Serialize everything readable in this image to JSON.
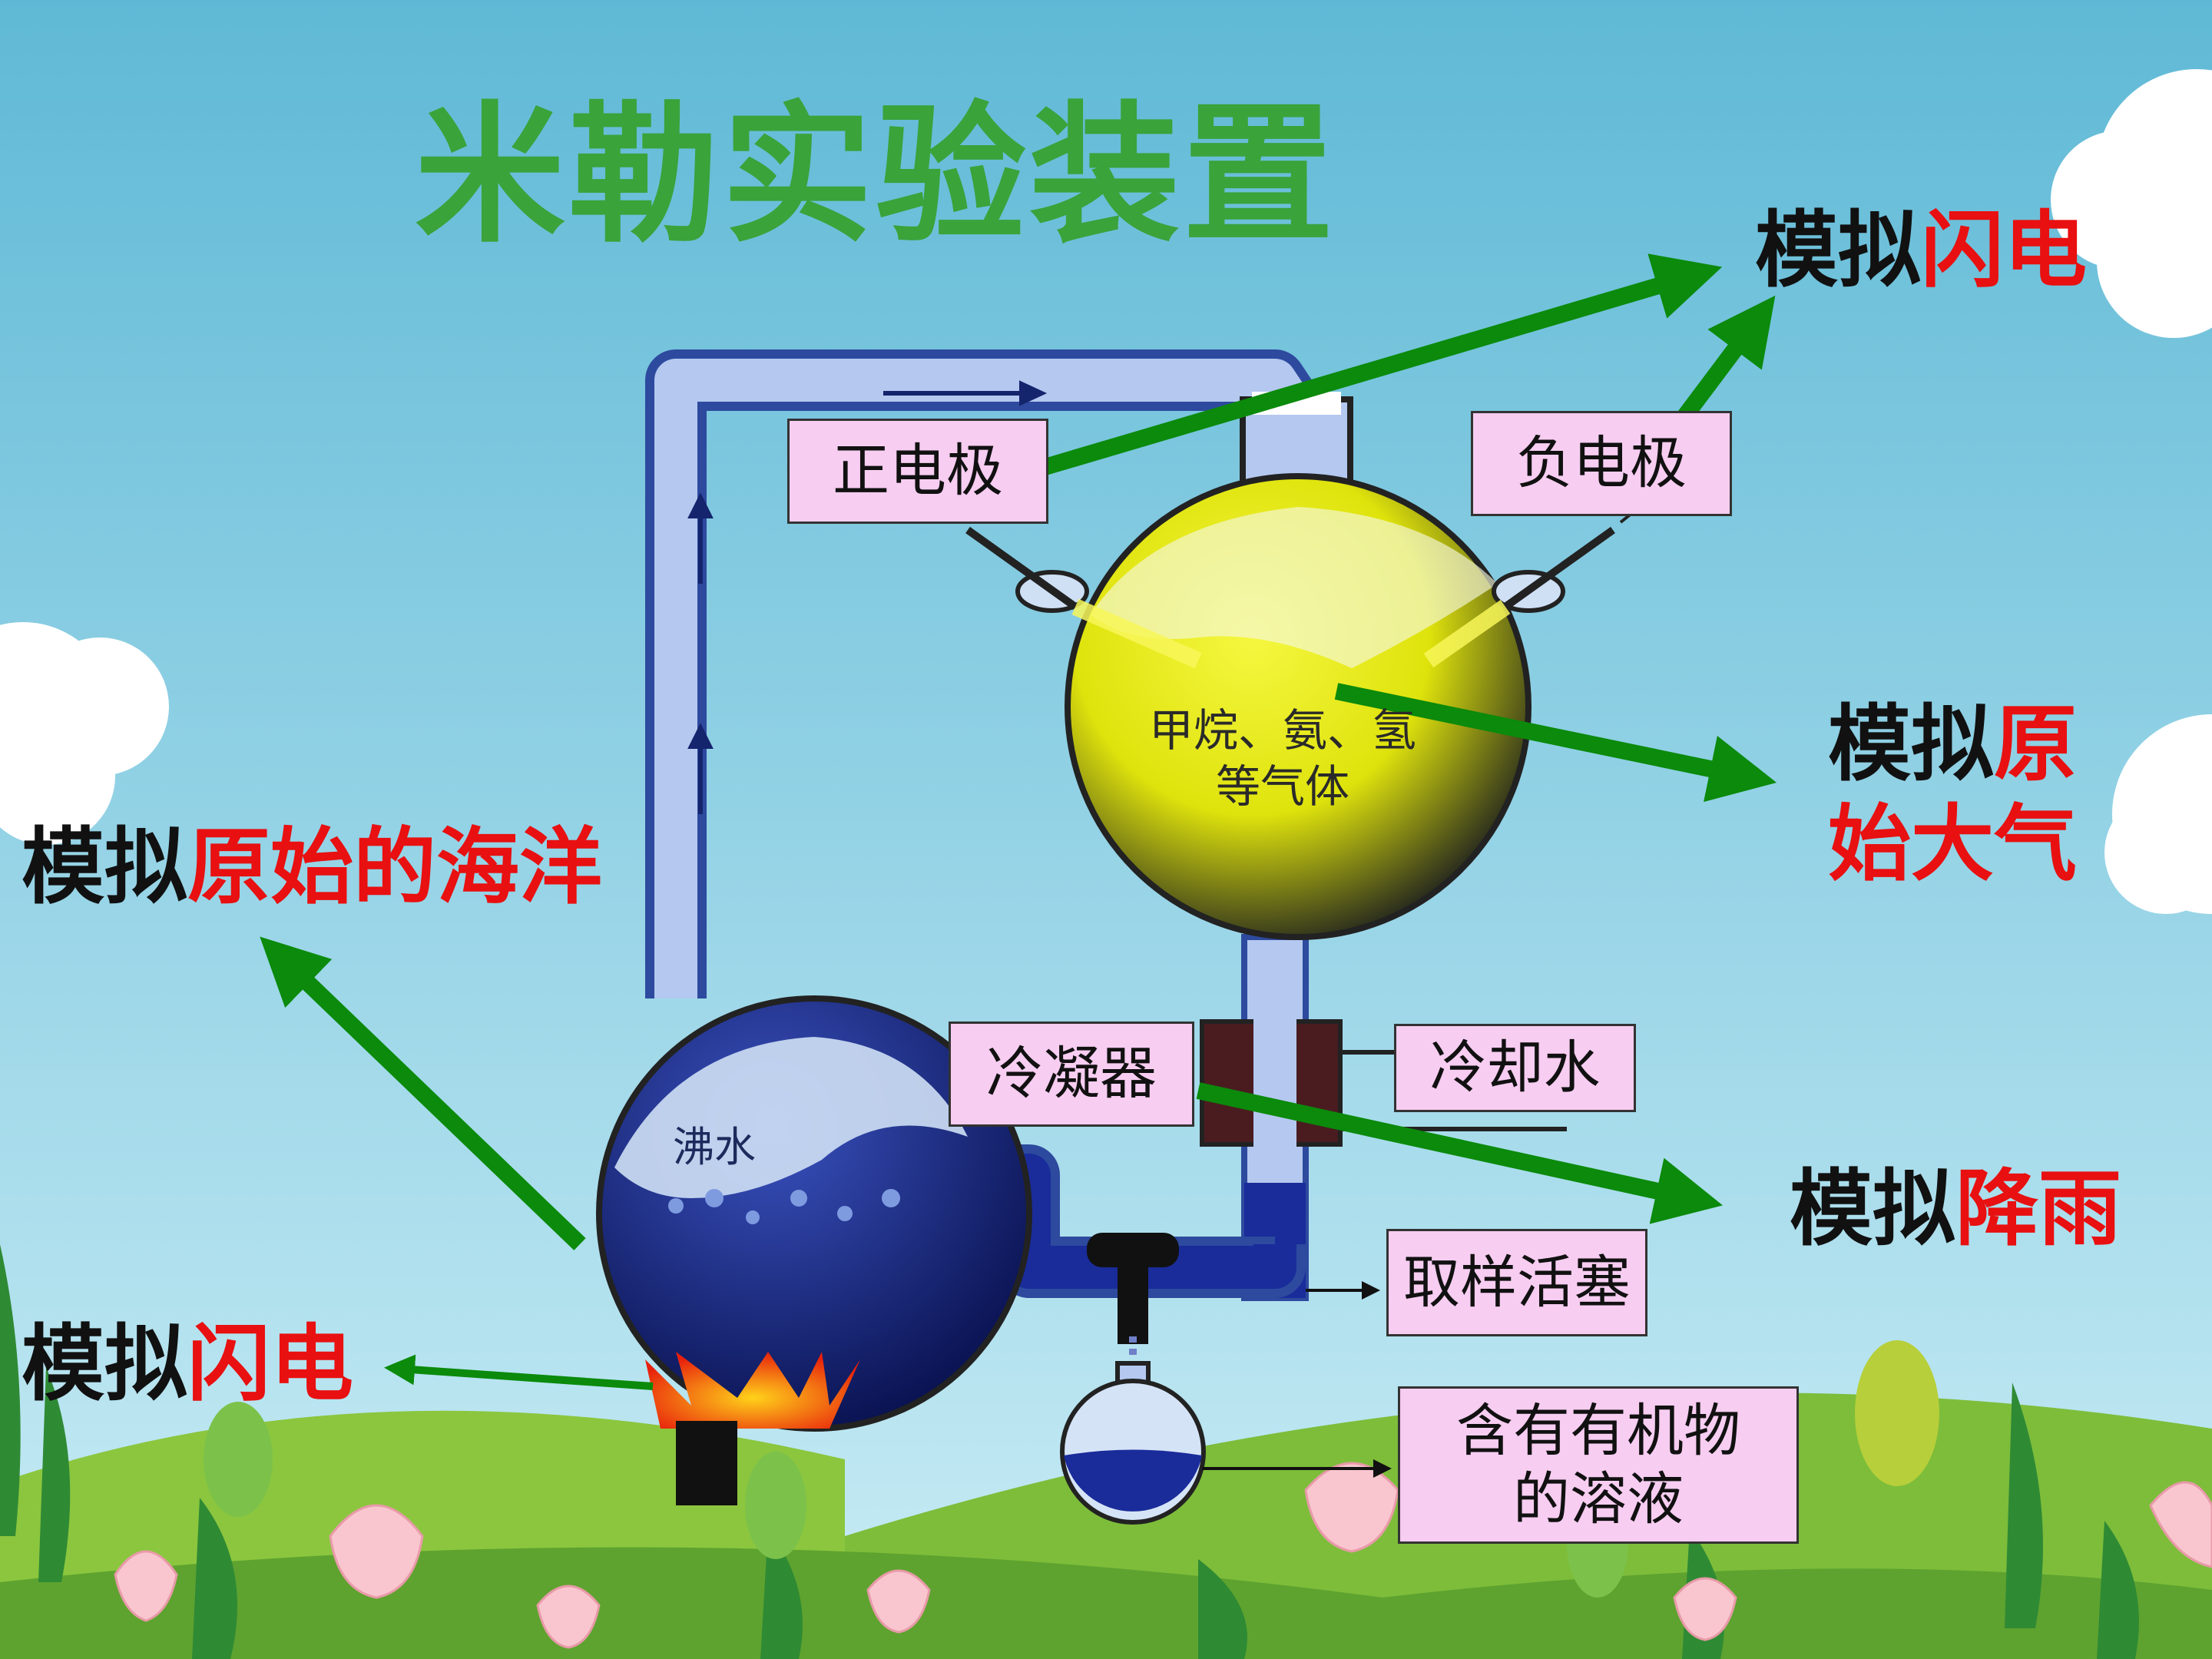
{
  "title": "米勒实验装置",
  "captions": {
    "lightning_top": {
      "prefix": "模拟",
      "highlight": "闪电"
    },
    "atmosphere": {
      "prefix": "模拟",
      "highlight_line1": "原",
      "highlight_line2": "始大气"
    },
    "ocean": {
      "prefix": "模拟",
      "highlight": "原始的海洋"
    },
    "rain": {
      "prefix": "模拟",
      "highlight": "降雨"
    },
    "lightning_bottom": {
      "prefix": "模拟",
      "highlight": "闪电"
    }
  },
  "labels": {
    "positive_electrode": "正电极",
    "negative_electrode": "负电极",
    "condenser": "冷凝器",
    "cooling_water": "冷却水",
    "sampling_valve": "取样活塞",
    "solution_line1": "含有有机物",
    "solution_line2": "的溶液"
  },
  "inner_text": {
    "gases_line1": "甲烷、氨、氢",
    "gases_line2": "等气体",
    "boiling_water": "沸水"
  },
  "colors": {
    "title": "#3aa33a",
    "highlight": "#e81010",
    "arrow": "#0b8a0b",
    "label_box": "#f7cdf1",
    "sky_top": "#5fb9d6",
    "sky_bottom": "#bfe6f2",
    "gas": "#e8ec10",
    "water": "#13207a",
    "tube": "#b4c8f0"
  }
}
